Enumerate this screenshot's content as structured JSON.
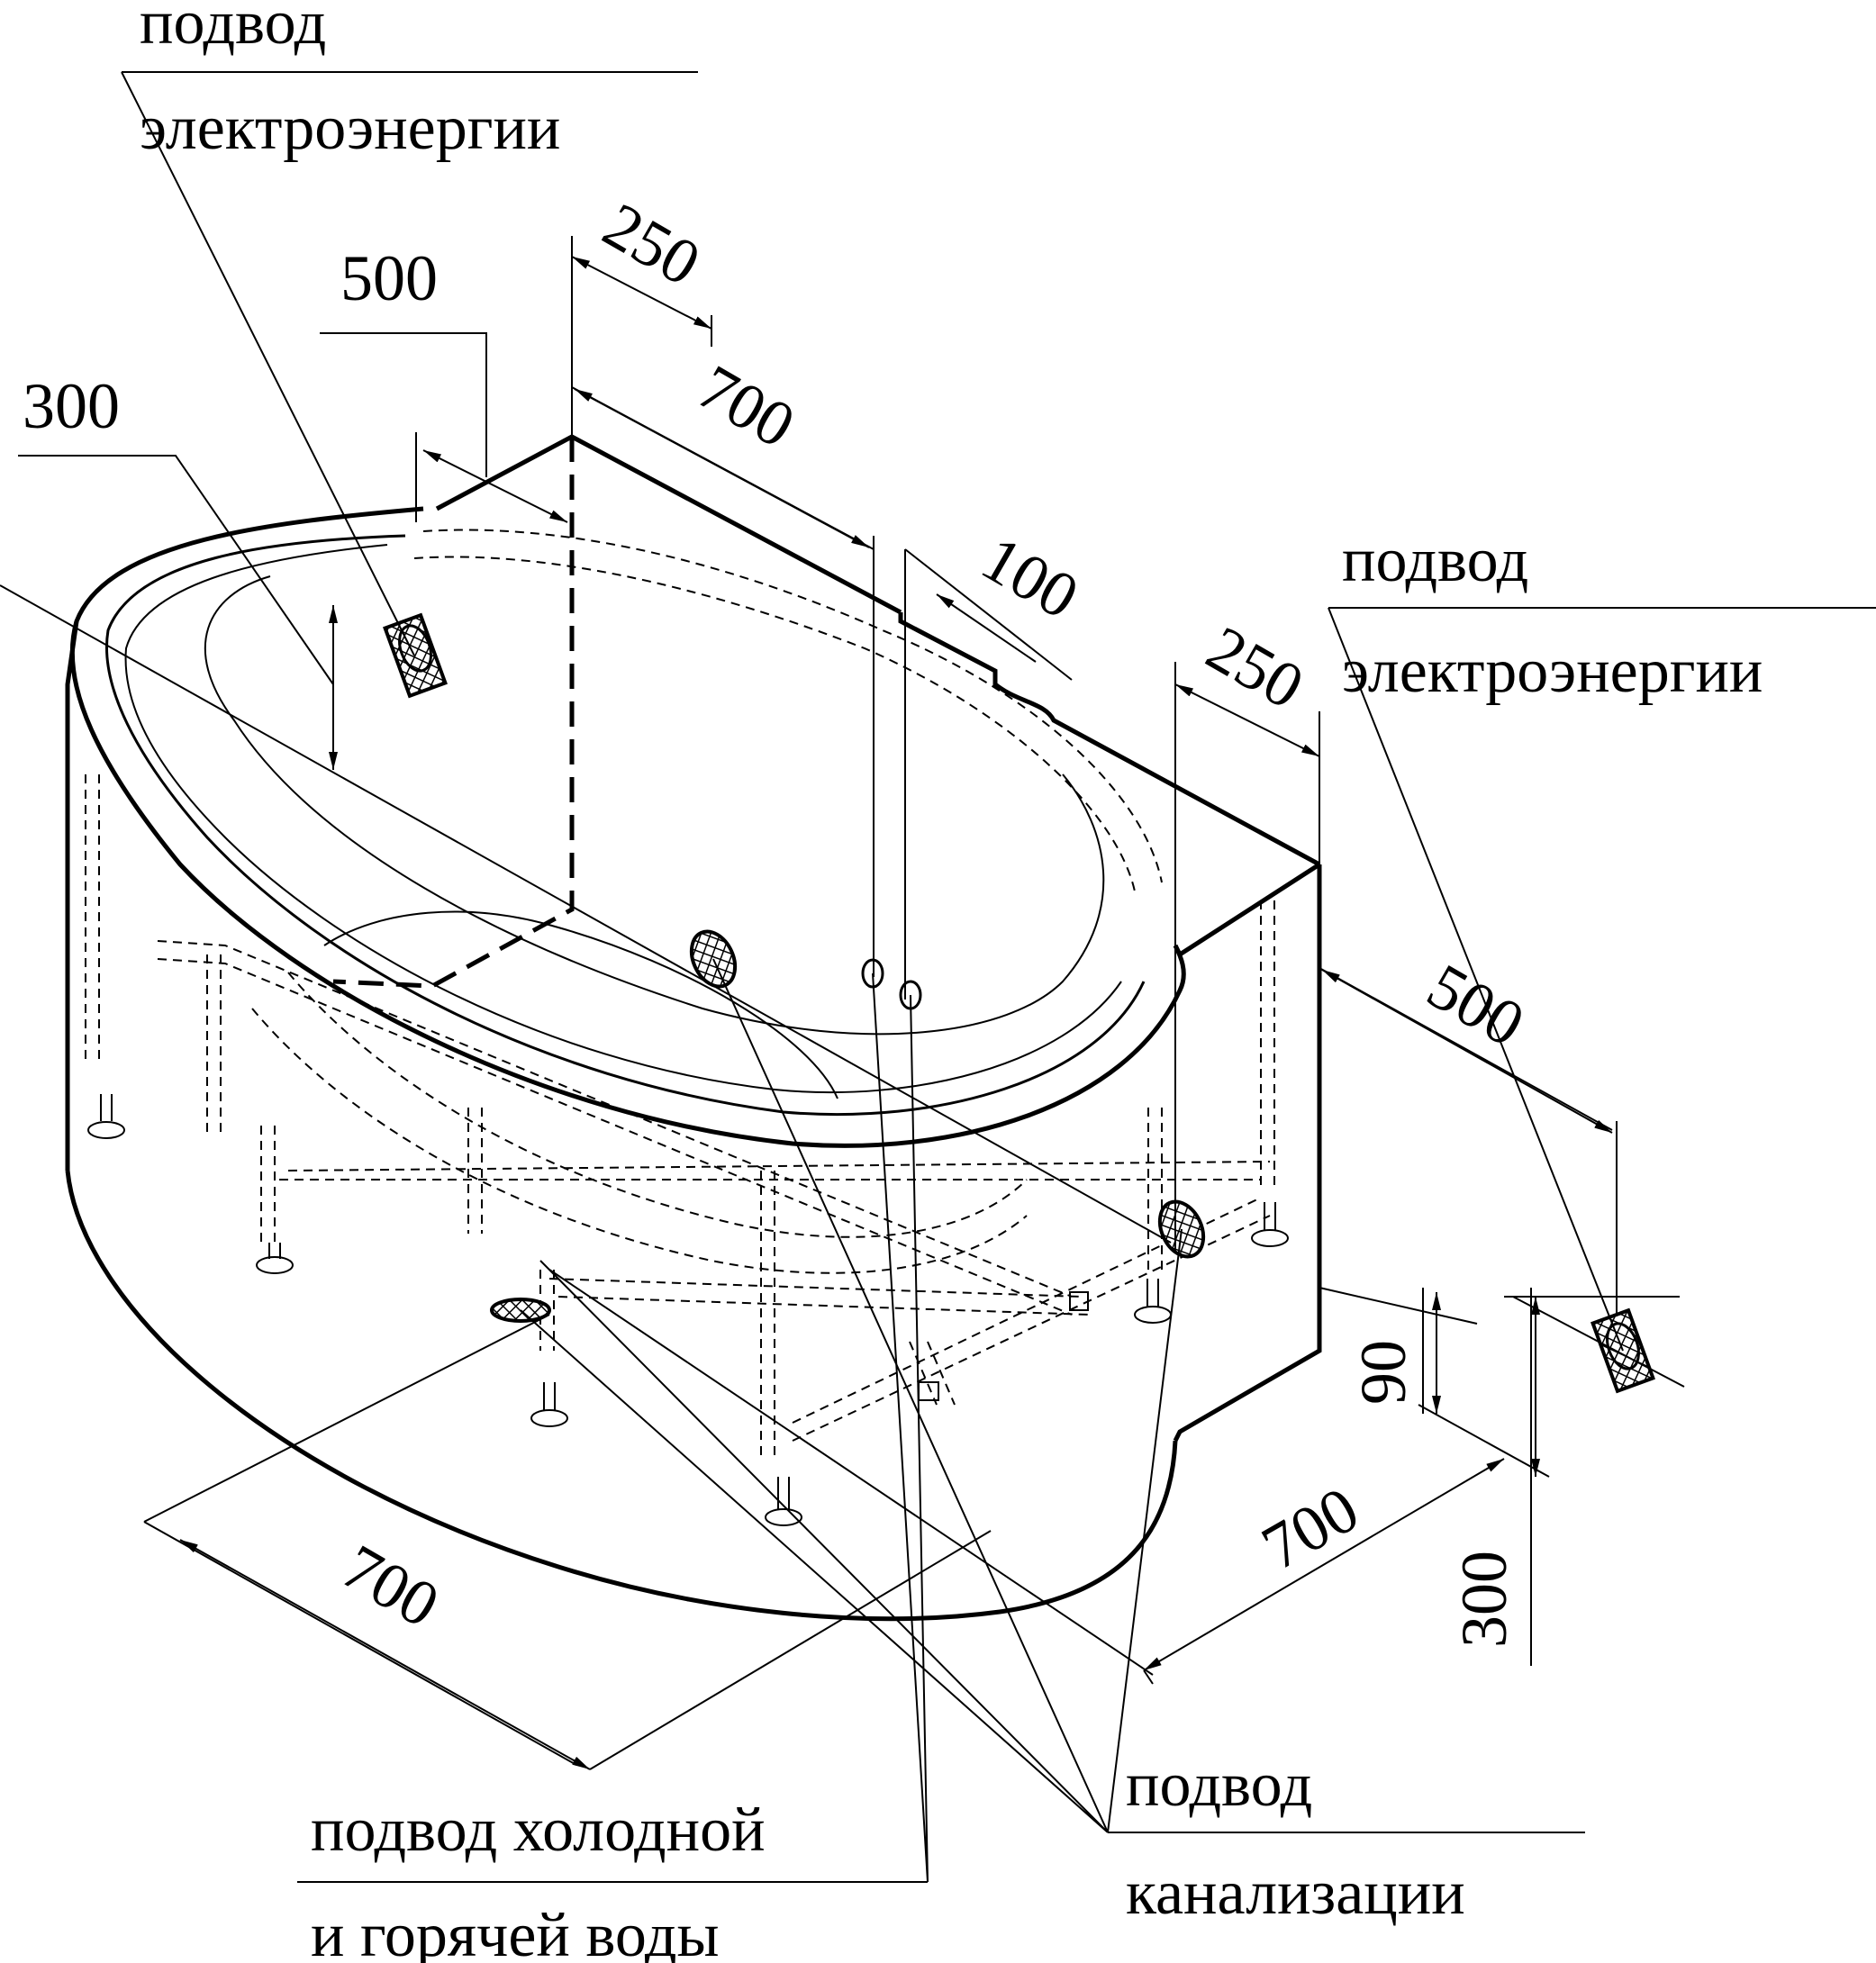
{
  "labels": {
    "power_top_line1": "подвод",
    "power_top_line2": "электроэнергии",
    "power_right_line1": "подвод",
    "power_right_line2": "электроэнергии",
    "water_line1": "подвод холодной",
    "water_line2": "и горячей воды",
    "sewer_line1": "подвод",
    "sewer_line2": "канализации"
  },
  "dimensions": {
    "d250_top": "250",
    "d500_top": "500",
    "d300_left": "300",
    "d700_top": "700",
    "d100": "100",
    "d250_right": "250",
    "d500_right": "500",
    "d90": "90",
    "d700_right": "700",
    "d300_right": "300",
    "d700_bottom": "700"
  }
}
